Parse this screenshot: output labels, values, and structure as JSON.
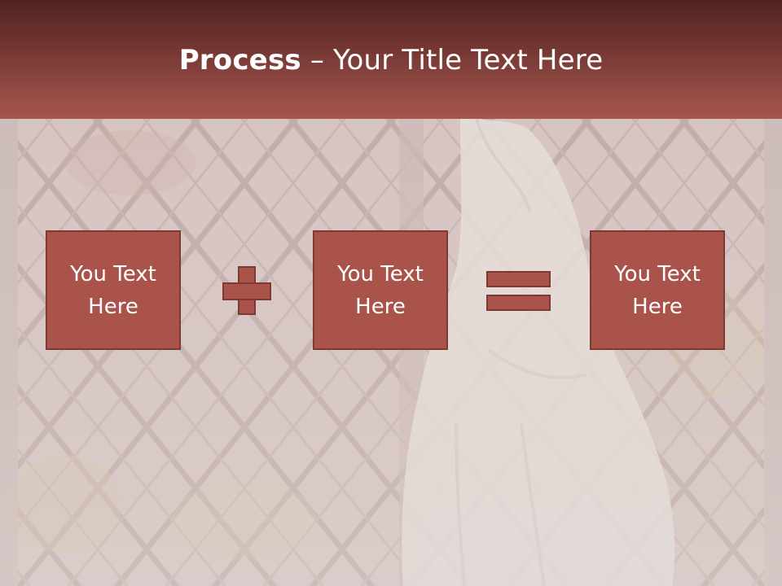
{
  "title": {
    "bold": "Process",
    "rest": " – Your Title Text Here"
  },
  "boxes": [
    {
      "line1": "You Text",
      "line2": "Here"
    },
    {
      "line1": "You Text",
      "line2": "Here"
    },
    {
      "line1": "You Text",
      "line2": "Here"
    }
  ],
  "operators": {
    "first": "plus-icon",
    "second": "equals-icon"
  },
  "colors": {
    "title_bar": "#914a43",
    "box_fill": "#a9534a",
    "box_border": "#7c3a33",
    "background": "#d9cccb"
  }
}
